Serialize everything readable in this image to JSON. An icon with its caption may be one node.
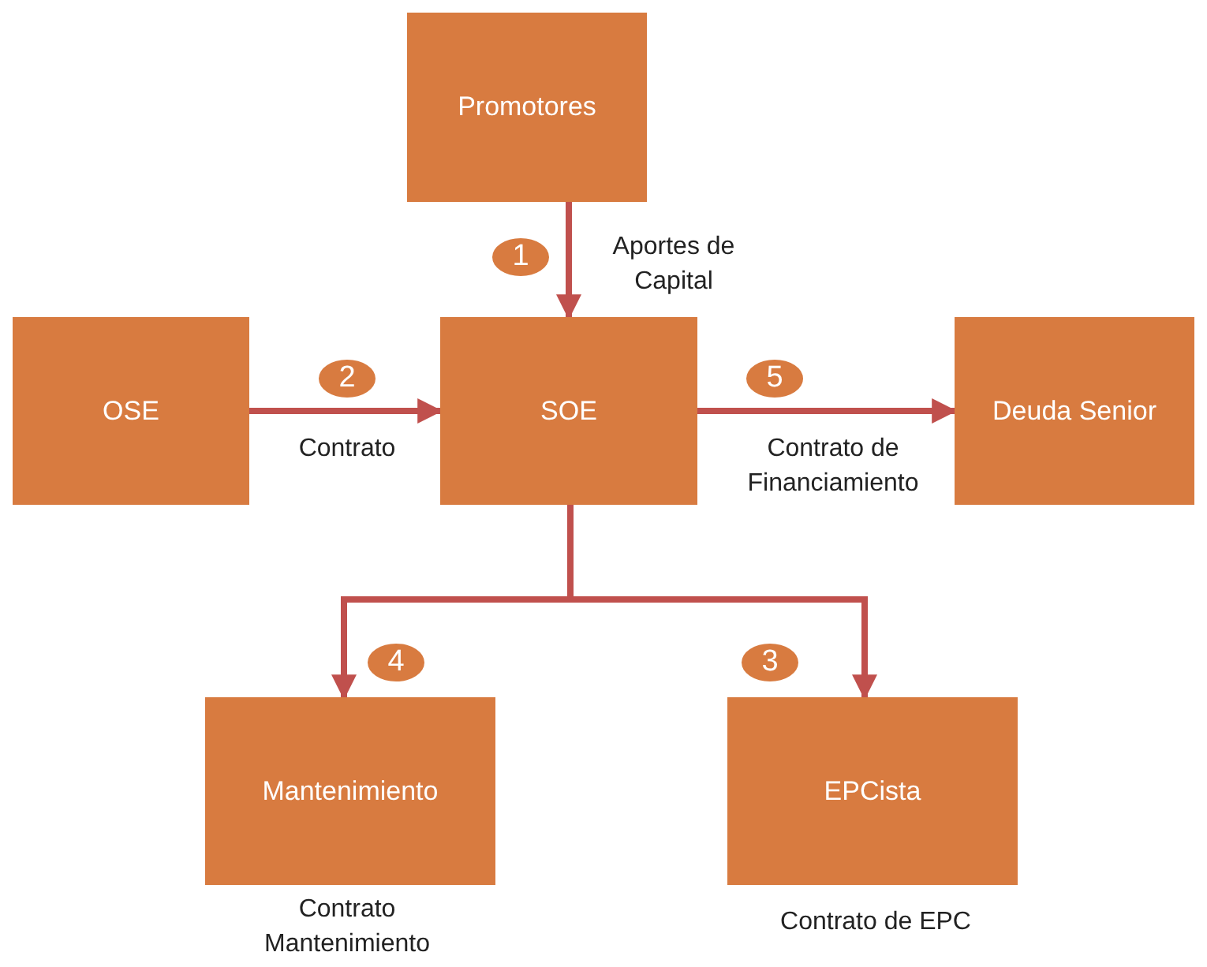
{
  "diagram": {
    "nodes": [
      {
        "text": [
          "Promotores"
        ]
      },
      {
        "text": [
          "OSE"
        ]
      },
      {
        "text": [
          "SOE"
        ]
      },
      {
        "text": [
          "Deuda Senior"
        ]
      },
      {
        "text": [
          "Mantenimiento"
        ],
        "beside": [
          "Contrato Mantenimiento"
        ]
      },
      {
        "text": [
          "EPCista"
        ],
        "beside": [
          "Contrato de EPC"
        ]
      }
    ],
    "edges": [
      {
        "from": 0,
        "to": 2,
        "arrow": "to",
        "label": "Aportes de Capital"
      },
      {
        "from": 1,
        "to": 2,
        "arrow": "to",
        "label": "Contrato"
      },
      {
        "from": 2,
        "to": 3,
        "arrow": "to",
        "label": "Contrato de Financiamiento"
      },
      {
        "from": 2,
        "to": 4,
        "arrow": "to"
      },
      {
        "from": 2,
        "to": 5,
        "arrow": "to"
      }
    ],
    "labels": [
      "1",
      "2",
      "5",
      "4",
      "3"
    ]
  }
}
